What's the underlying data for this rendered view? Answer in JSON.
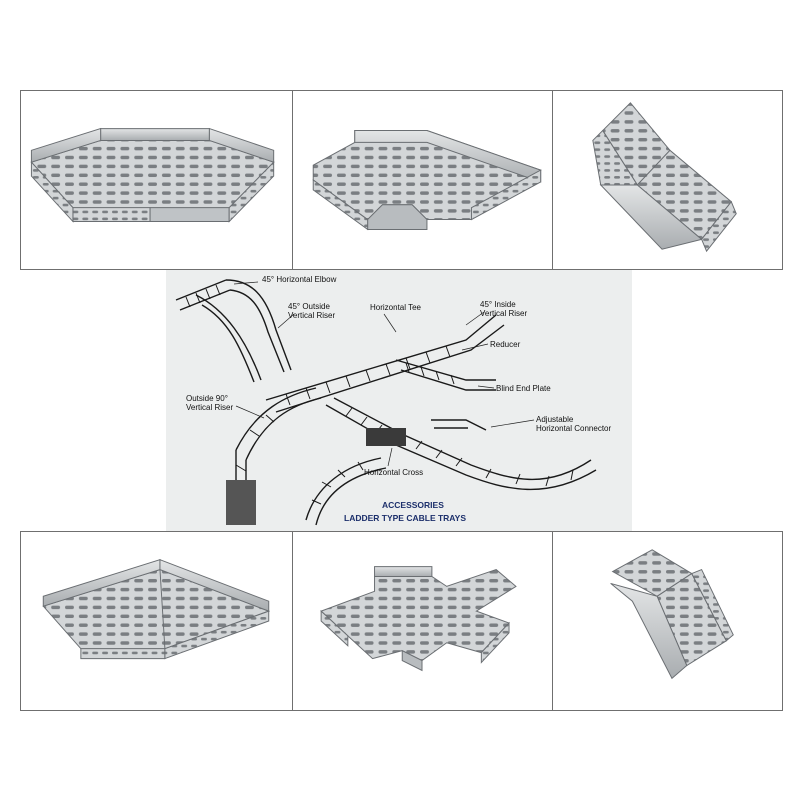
{
  "diagram": {
    "labels": {
      "elbow_45": "45° Horizontal Elbow",
      "outside_riser_45_l1": "45° Outside",
      "outside_riser_45_l2": "Vertical Riser",
      "horizontal_tee": "Horizontal Tee",
      "inside_riser_45_l1": "45° Inside",
      "inside_riser_45_l2": "Vertical Riser",
      "reducer": "Reducer",
      "blind_end_plate": "Blind End Plate",
      "outside_90_l1": "Outside 90°",
      "outside_90_l2": "Vertical Riser",
      "adjustable_l1": "Adjustable",
      "adjustable_l2": "Horizontal Connector",
      "horizontal_cross": "Horizontal Cross"
    },
    "title_line1": "ACCESSORIES",
    "title_line2": "LADDER TYPE CABLE TRAYS"
  },
  "panels": [
    {
      "icon": "horizontal-bend-tray-icon"
    },
    {
      "icon": "tee-tray-icon"
    },
    {
      "icon": "vertical-bend-tray-icon"
    },
    {
      "icon": "90-degree-bend-tray-icon"
    },
    {
      "icon": "cross-tray-icon"
    },
    {
      "icon": "riser-tray-icon"
    }
  ],
  "colors": {
    "metal": "#cfd2d4",
    "metal_dark": "#8e9296",
    "slot": "#6b6f73",
    "title": "#1c2f6b"
  }
}
